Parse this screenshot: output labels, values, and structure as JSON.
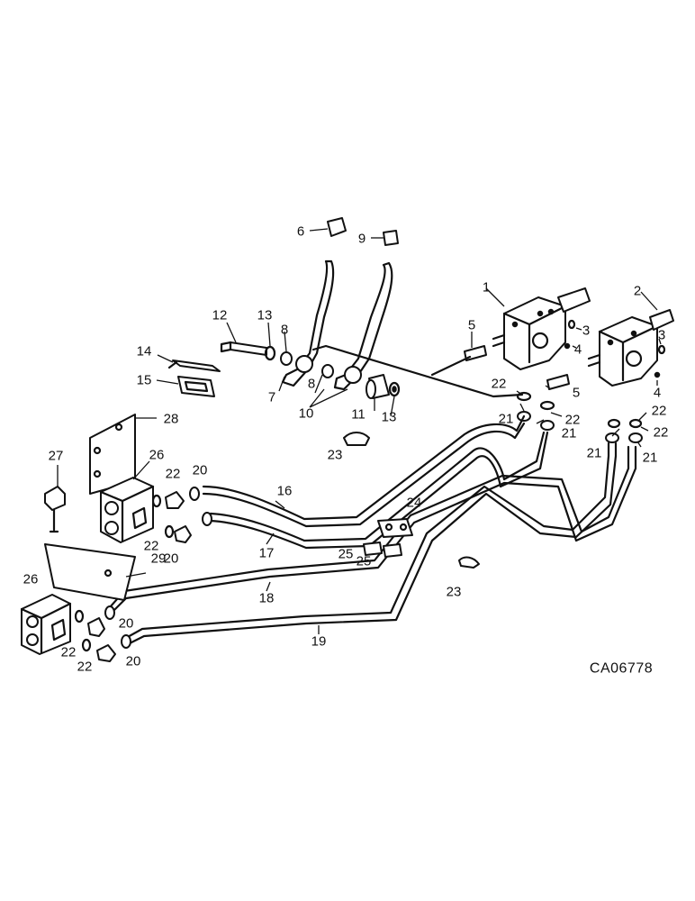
{
  "drawing_code": "CA06778",
  "callouts": [
    {
      "id": "c1",
      "text": "1"
    },
    {
      "id": "c2",
      "text": "2"
    },
    {
      "id": "c3a",
      "text": "3"
    },
    {
      "id": "c3b",
      "text": "3"
    },
    {
      "id": "c4a",
      "text": "4"
    },
    {
      "id": "c4b",
      "text": "4"
    },
    {
      "id": "c5a",
      "text": "5"
    },
    {
      "id": "c5b",
      "text": "5"
    },
    {
      "id": "c6",
      "text": "6"
    },
    {
      "id": "c7",
      "text": "7"
    },
    {
      "id": "c8a",
      "text": "8"
    },
    {
      "id": "c8b",
      "text": "8"
    },
    {
      "id": "c9",
      "text": "9"
    },
    {
      "id": "c10",
      "text": "10"
    },
    {
      "id": "c11",
      "text": "11"
    },
    {
      "id": "c12",
      "text": "12"
    },
    {
      "id": "c13a",
      "text": "13"
    },
    {
      "id": "c13b",
      "text": "13"
    },
    {
      "id": "c14",
      "text": "14"
    },
    {
      "id": "c15",
      "text": "15"
    },
    {
      "id": "c16",
      "text": "16"
    },
    {
      "id": "c17",
      "text": "17"
    },
    {
      "id": "c18",
      "text": "18"
    },
    {
      "id": "c19",
      "text": "19"
    },
    {
      "id": "c20a",
      "text": "20"
    },
    {
      "id": "c20b",
      "text": "20"
    },
    {
      "id": "c20c",
      "text": "20"
    },
    {
      "id": "c20d",
      "text": "20"
    },
    {
      "id": "c21a",
      "text": "21"
    },
    {
      "id": "c21b",
      "text": "21"
    },
    {
      "id": "c21c",
      "text": "21"
    },
    {
      "id": "c21d",
      "text": "21"
    },
    {
      "id": "c22a",
      "text": "22"
    },
    {
      "id": "c22b",
      "text": "22"
    },
    {
      "id": "c22c",
      "text": "22"
    },
    {
      "id": "c22d",
      "text": "22"
    },
    {
      "id": "c22e",
      "text": "22"
    },
    {
      "id": "c22f",
      "text": "22"
    },
    {
      "id": "c22g",
      "text": "22"
    },
    {
      "id": "c22h",
      "text": "22"
    },
    {
      "id": "c23a",
      "text": "23"
    },
    {
      "id": "c23b",
      "text": "23"
    },
    {
      "id": "c24",
      "text": "24"
    },
    {
      "id": "c25a",
      "text": "25"
    },
    {
      "id": "c25b",
      "text": "25"
    },
    {
      "id": "c26a",
      "text": "26"
    },
    {
      "id": "c26b",
      "text": "26"
    },
    {
      "id": "c27",
      "text": "27"
    },
    {
      "id": "c28",
      "text": "28"
    },
    {
      "id": "c29",
      "text": "29"
    }
  ]
}
